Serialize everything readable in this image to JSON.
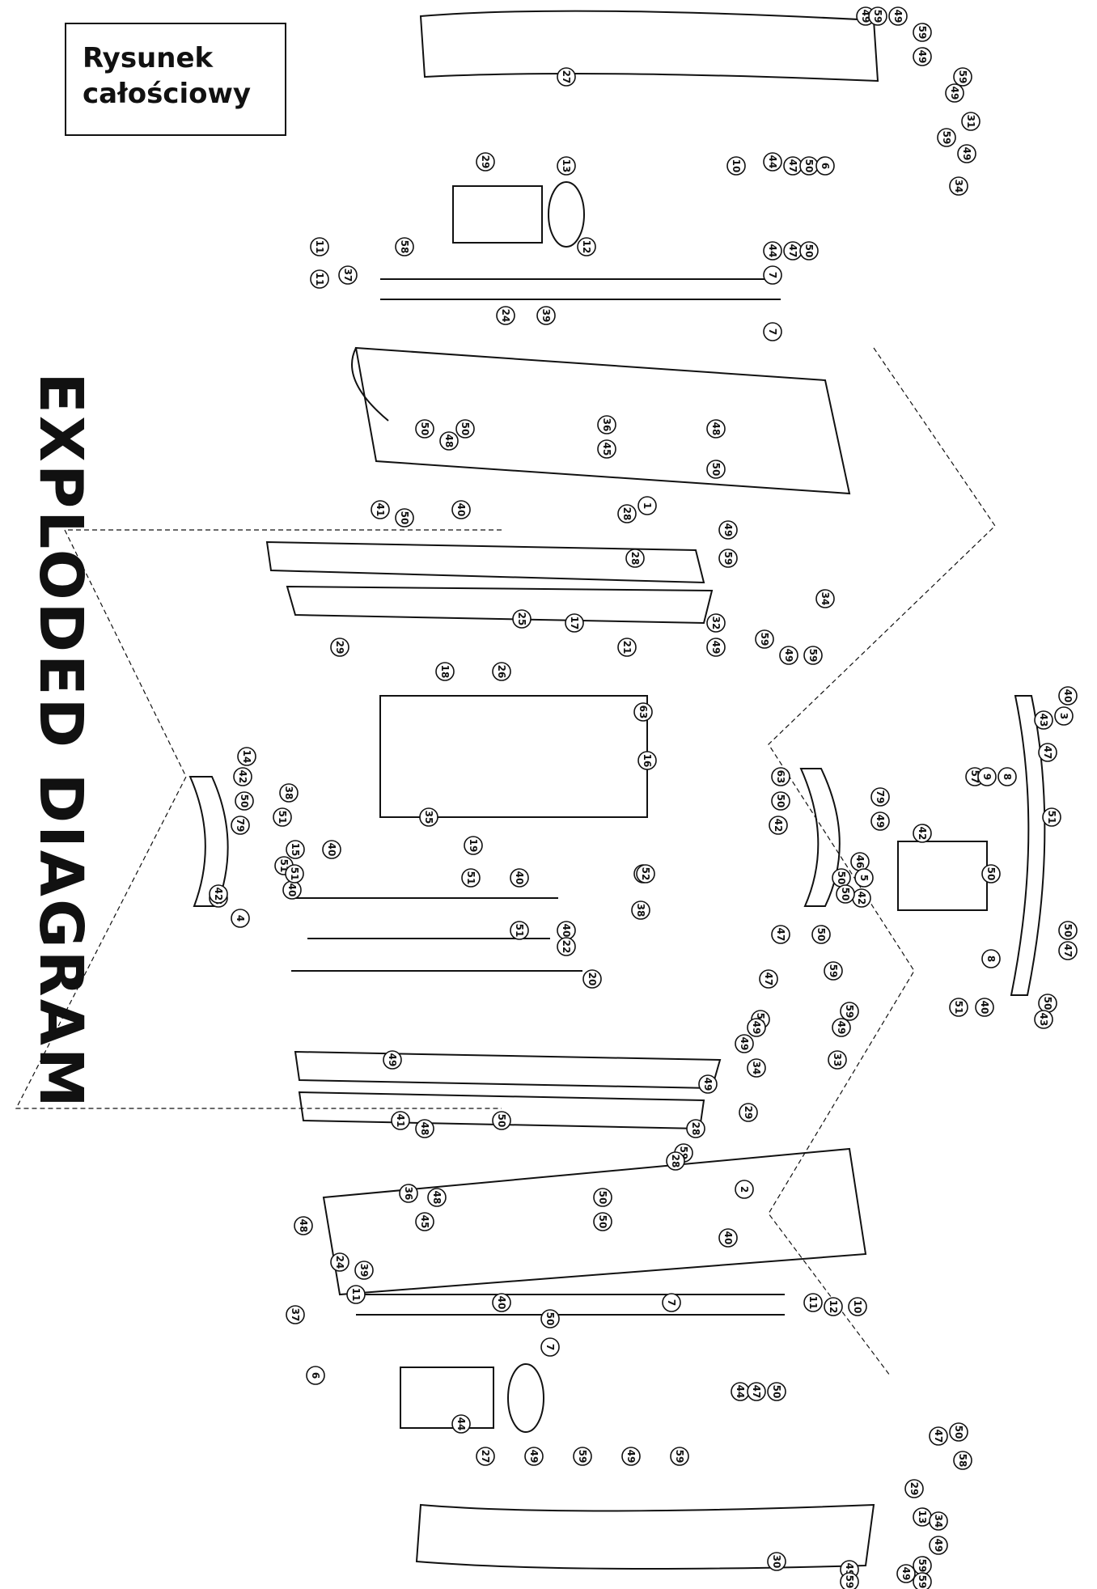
{
  "title_box": {
    "line1": "Rysunek",
    "line2": "całościowy"
  },
  "diagram_title": "EXPLODED DIAGRAM",
  "callouts": [
    "27",
    "49",
    "59",
    "49",
    "59",
    "49",
    "59",
    "49",
    "31",
    "59",
    "49",
    "34",
    "29",
    "13",
    "12",
    "10",
    "44",
    "47",
    "50",
    "6",
    "44",
    "47",
    "50",
    "58",
    "11",
    "37",
    "11",
    "7",
    "7",
    "24",
    "39",
    "36",
    "45",
    "48",
    "50",
    "50",
    "48",
    "50",
    "40",
    "41",
    "1",
    "50",
    "28",
    "28",
    "29",
    "49",
    "59",
    "34",
    "32",
    "49",
    "59",
    "49",
    "59",
    "25",
    "17",
    "21",
    "26",
    "63",
    "18",
    "16",
    "35",
    "19",
    "51",
    "40",
    "51",
    "40",
    "63",
    "50",
    "42",
    "79",
    "49",
    "46",
    "52",
    "38",
    "14",
    "42",
    "50",
    "79",
    "38",
    "51",
    "40",
    "15",
    "51",
    "40",
    "51",
    "40",
    "22",
    "20",
    "23",
    "4",
    "42",
    "50",
    "5",
    "42",
    "50",
    "42",
    "50",
    "57",
    "9",
    "8",
    "51",
    "40",
    "8",
    "51",
    "40",
    "3",
    "43",
    "47",
    "50",
    "47",
    "50",
    "43",
    "47",
    "50",
    "47",
    "50",
    "49",
    "59",
    "33",
    "49",
    "59",
    "49",
    "34",
    "49",
    "59",
    "49",
    "28",
    "28",
    "29",
    "2",
    "50",
    "50",
    "48",
    "45",
    "36",
    "48",
    "41",
    "50",
    "40",
    "40",
    "50",
    "48",
    "24",
    "39",
    "11",
    "37",
    "7",
    "7",
    "11",
    "12",
    "10",
    "44",
    "47",
    "50",
    "6",
    "44",
    "47",
    "50",
    "58",
    "29",
    "13",
    "34",
    "49",
    "59",
    "30",
    "49",
    "59",
    "49",
    "59",
    "27",
    "49",
    "59",
    "49",
    "59"
  ],
  "colors": {
    "ink": "#111111",
    "paper": "#ffffff"
  }
}
